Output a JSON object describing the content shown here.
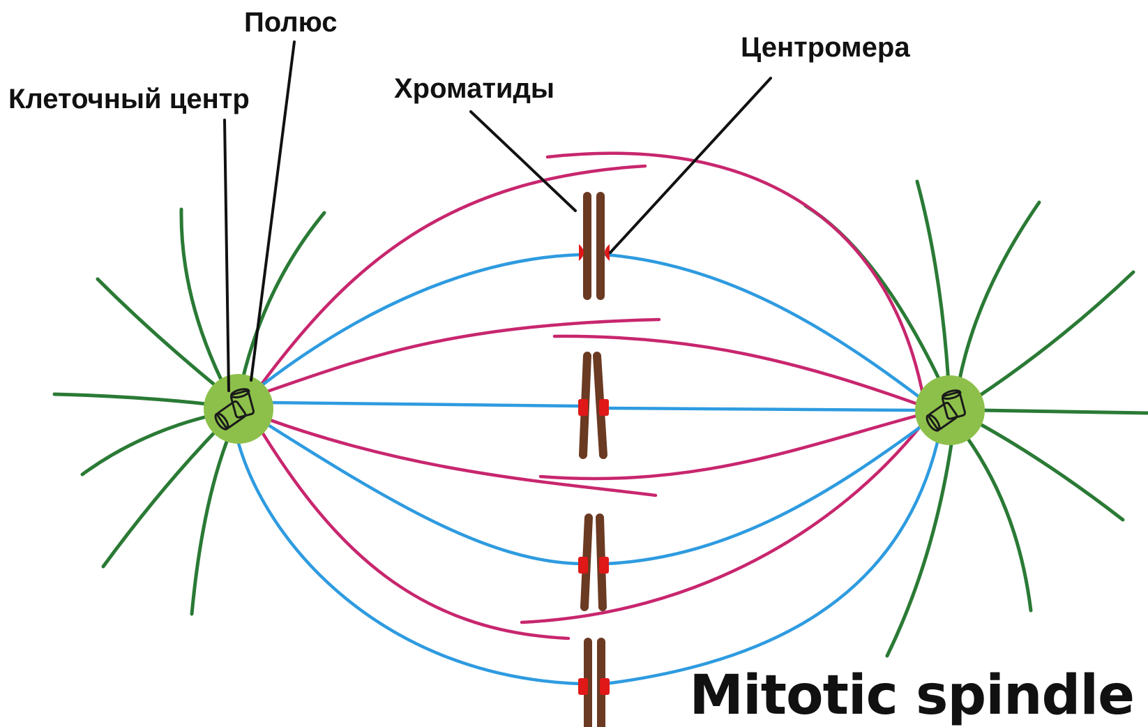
{
  "labels": {
    "pole": "Полюс",
    "cell_center": "Клеточный центр",
    "chromatids": "Хроматиды",
    "centromere": "Центромера"
  },
  "title": "Mitotic spindle",
  "colors": {
    "astral_fibers": "#2a7a35",
    "kinetochore_fibers": "#2e9be0",
    "polar_fibers": "#c8266e",
    "pole_body": "#8dc04a",
    "chromatid": "#6b3a22",
    "centromere": "#e01818",
    "pointer": "#111111"
  },
  "icons": {
    "centriole": "centriole-icon"
  }
}
